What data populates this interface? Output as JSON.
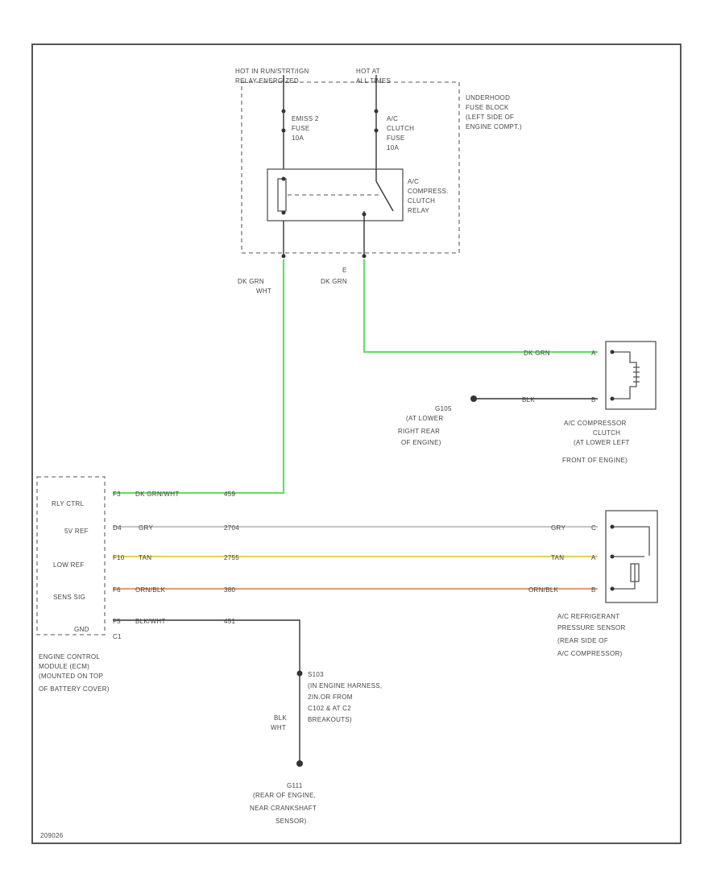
{
  "colors": {
    "wire_green": "#66dd66",
    "wire_grey": "#c8c8c8",
    "wire_yellow": "#e8d060",
    "wire_orange": "#e8a070",
    "wire_black": "#333333"
  },
  "fuse_block": {
    "source_left": [
      "HOT IN RUN/STRT/IGN",
      "RELAY ENERGIZED"
    ],
    "source_right": [
      "HOT AT",
      "ALL TIMES"
    ],
    "label": [
      "UNDERHOOD",
      "FUSE BLOCK",
      "(LEFT SIDE OF",
      "ENGINE COMPT.)"
    ],
    "fuse_left": [
      "EMISS 2",
      "FUSE",
      "10A"
    ],
    "fuse_right": [
      "A/C",
      "CLUTCH",
      "FUSE",
      "10A"
    ],
    "relay": [
      "A/C",
      "COMPRESS.",
      "CLUTCH",
      "RELAY"
    ]
  },
  "wires": {
    "relay_out_left": [
      "DK GRN",
      "WHT"
    ],
    "relay_out_right_pin": "E",
    "relay_out_right": "DK GRN",
    "clutch_feed": "DK GRN",
    "clutch_ground": "BLK",
    "rly_ctrl": {
      "pin": "F3",
      "color": "DK GRN/WHT",
      "circuit": "459"
    },
    "five_v_ref": {
      "pin": "D4",
      "color": "GRY",
      "circuit": "2704",
      "end_color": "GRY",
      "end_pin": "C"
    },
    "low_ref": {
      "pin": "F10",
      "color": "TAN",
      "circuit": "2755",
      "end_color": "TAN",
      "end_pin": "A"
    },
    "sens_sig": {
      "pin": "F6",
      "color": "ORN/BLK",
      "circuit": "380",
      "end_color": "ORN/BLK",
      "end_pin": "B"
    },
    "gnd": {
      "pin": "F5",
      "color": "BLK/WHT",
      "circuit": "451"
    },
    "splice_wire": [
      "BLK",
      "WHT"
    ]
  },
  "ecm": {
    "pins": [
      "RLY CTRL",
      "5V REF",
      "LOW REF",
      "SENS SIG",
      "GND"
    ],
    "connector": "C1",
    "label": [
      "ENGINE CONTROL",
      "MODULE (ECM)",
      "(MOUNTED ON TOP",
      "OF BATTERY COVER)"
    ]
  },
  "clutch": {
    "pins": [
      "A",
      "B"
    ],
    "label": [
      "A/C COMPRESSOR",
      "CLUTCH",
      "(AT LOWER LEFT",
      "FRONT OF ENGINE)"
    ]
  },
  "ground_g105": [
    "G105",
    "(AT LOWER",
    "RIGHT REAR",
    "OF ENGINE)"
  ],
  "sensor": {
    "label": [
      "A/C REFRIGERANT",
      "PRESSURE SENSOR",
      "(REAR SIDE OF",
      "A/C COMPRESSOR)"
    ]
  },
  "splice": [
    "S103",
    "(IN ENGINE HARNESS,",
    "2IN.OR FROM",
    "C102 & AT C2",
    "BREAKOUTS)"
  ],
  "ground_g111": [
    "G111",
    "(REAR OF ENGINE,",
    "NEAR CRANKSHAFT",
    "SENSOR)"
  ],
  "footer_code": "209026"
}
